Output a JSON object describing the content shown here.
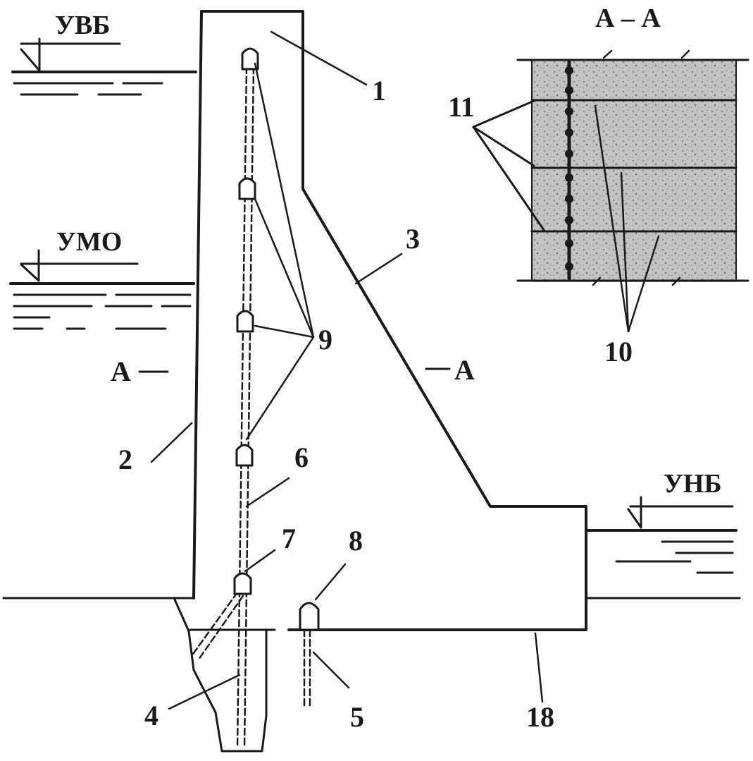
{
  "levels": {
    "upstream_high": "УВБ",
    "upstream_dead": "УМО",
    "downstream": "УНБ"
  },
  "section": {
    "title": "А – А",
    "mark_left": "А",
    "mark_right": "А"
  },
  "labels": {
    "n1": "1",
    "n2": "2",
    "n3": "3",
    "n4": "4",
    "n5": "5",
    "n6": "6",
    "n7": "7",
    "n8": "8",
    "n9": "9",
    "n10": "10",
    "n11": "11",
    "n18": "18"
  },
  "colors": {
    "ink": "#1a1a1a",
    "section_fill": "#c9c9c9"
  }
}
